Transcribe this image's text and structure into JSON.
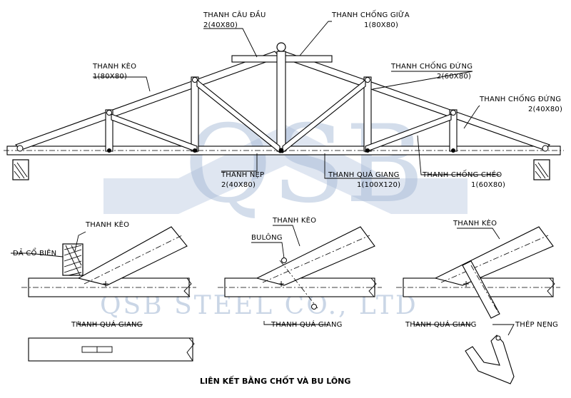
{
  "watermark": {
    "logo": "QSB",
    "company": "QSB STEEL CO., LTD"
  },
  "truss_labels": {
    "thanh_cau_dau": {
      "name": "THANH CÂU ĐẦU",
      "size": "2(40X80)"
    },
    "thanh_chong_giua": {
      "name": "THANH CHỐNG GIỮA",
      "size": "1(80X80)"
    },
    "thanh_keo_top": {
      "name": "THANH KÈO",
      "size": "1(80X80)"
    },
    "thanh_chong_dung_1": {
      "name": "THANH CHỐNG ĐỨNG",
      "size": "2(60X80)"
    },
    "thanh_chong_dung_2": {
      "name": "THANH CHỐNG ĐỨNG",
      "size": "2(40X80)"
    },
    "thanh_nep": {
      "name": "THANH NẸP",
      "size": "2(40X80)"
    },
    "thanh_qua_giang_top": {
      "name": "THANH QUÁ GIANG",
      "size": "1(100X120)"
    },
    "thanh_chong_cheo": {
      "name": "THANH CHỐNG CHÉO",
      "size": "1(60X80)"
    }
  },
  "detail_labels": {
    "d1_keo": "THANH KÈO",
    "d1_da": "DẢ CỔ BIÊN",
    "d1_qua_giang": "THANH QUÁ GIANG",
    "d2_keo": "THANH KÈO",
    "d2_bulong": "BULÔNG",
    "d2_qua_giang": "THANH QUÁ GIANG",
    "d3_keo": "THANH KÈO",
    "d3_qua_giang": "THANH QUÁ GIANG",
    "d3_thep": "THÉP NẸNG"
  },
  "caption": "LIÊN KẾT BẰNG CHỐT VÀ BU LÔNG"
}
